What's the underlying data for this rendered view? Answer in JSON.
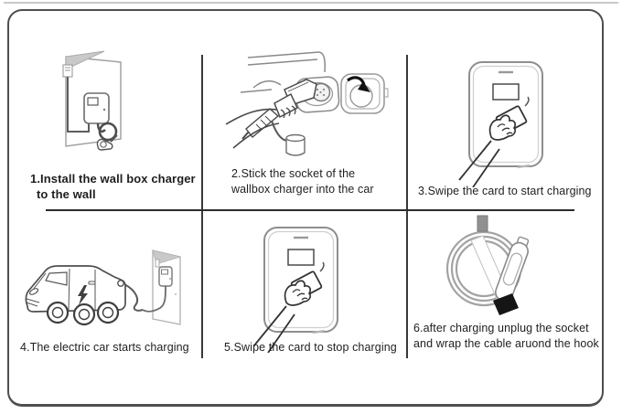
{
  "document": {
    "type": "instruction-sheet",
    "subject": "wall box EV charger usage steps"
  },
  "colors": {
    "background": "#ffffff",
    "frame_border": "#4f4f4f",
    "divider": "#333333",
    "illustration_stroke": "#8a8a8a",
    "fold_fill": "#c9c9c9",
    "arrow_black": "#111111",
    "plug_tip_black": "#151515",
    "caption_text": "#1e1e1e"
  },
  "steps": [
    {
      "number": "1",
      "lines": [
        "1.Install the wall box charger",
        "to the wall"
      ],
      "illustration": "wallbox-mounted-on-folded-wall",
      "bold": true
    },
    {
      "number": "2",
      "lines": [
        "2.Stick the socket of the",
        "wallbox charger into the car"
      ],
      "illustration": "plug-inserted-into-car-charging-port",
      "bold": false
    },
    {
      "number": "3",
      "lines": [
        "3.Swipe the card to start charging"
      ],
      "illustration": "hand-swiping-card-on-wallbox",
      "bold": false
    },
    {
      "number": "4",
      "lines": [
        "4.The electric car starts charging"
      ],
      "illustration": "electric-car-charging-from-wall-charger",
      "bold": false
    },
    {
      "number": "5",
      "lines": [
        "5.Swipe the card to stop charging"
      ],
      "illustration": "hand-swiping-card-on-wallbox",
      "bold": false
    },
    {
      "number": "6",
      "lines": [
        "6.after charging unplug the socket",
        "and wrap the cable aruond the hook"
      ],
      "illustration": "cable-coiled-on-hook-with-plug",
      "bold": false
    }
  ]
}
